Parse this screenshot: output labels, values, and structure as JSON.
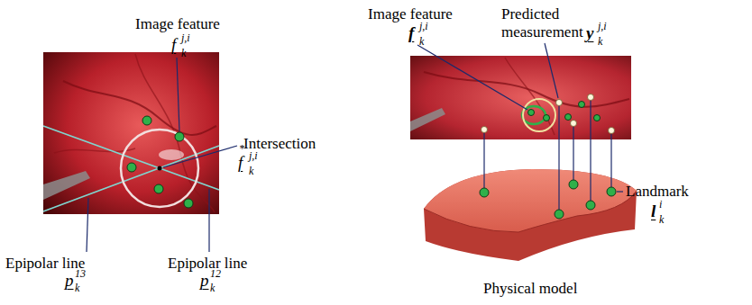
{
  "diagram": {
    "labels": [
      "Image feature",
      "f",
      "j,i",
      "k",
      "Intersection",
      "f",
      "*",
      "j,i",
      "k",
      "Epipolar line",
      "p",
      "13",
      "k",
      "Epipolar line",
      "p",
      "12",
      "k",
      "Image feature",
      "f",
      "j,i",
      "k",
      "Predicted measurement",
      "y",
      "j,i",
      "k",
      "Landmark",
      "l",
      "i",
      "k",
      "Physical model"
    ]
  }
}
